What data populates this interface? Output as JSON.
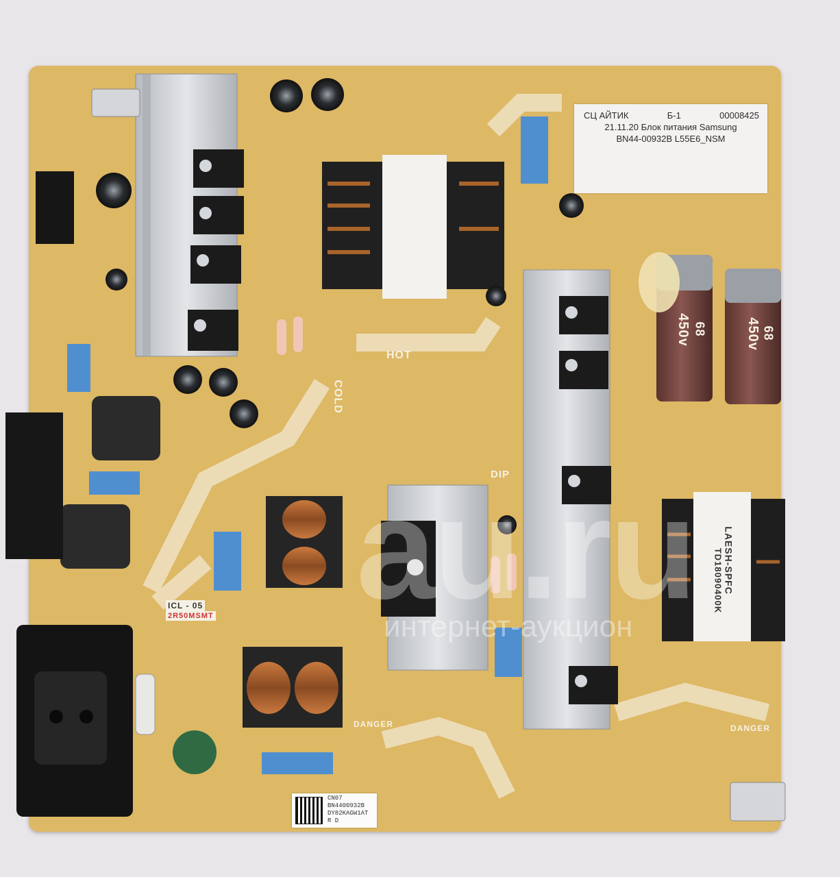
{
  "inventory_label": {
    "service_center": "СЦ АЙТИК",
    "code": "Б-1",
    "number": "00008425",
    "description": "21.11.20 Блок питания Samsung",
    "model": "BN44-00932B L55E6_NSM"
  },
  "board_sticker": {
    "line1": "CN07",
    "line2": "BN4400932B",
    "line3": "DY82KAGW1AT",
    "line4": "R D"
  },
  "silkscreen": {
    "hot": "HOT",
    "cold": "COLD",
    "dip": "DIP",
    "danger_1": "DANGER",
    "danger_2": "DANGER",
    "transformer_marking": "LAESH-SPFC",
    "transformer_code": "TD18090400K",
    "capacitor_voltage": "450v",
    "capacitor_value": "68",
    "icl": "ICL - 05",
    "icl_value": "2R50MSMT"
  },
  "watermark": {
    "brand": "au.ru",
    "tagline": "интернет-аукцион"
  },
  "colors": {
    "board": "#ddb865",
    "heatsink": "#c9ccd0",
    "component_dark": "#1d1d1d",
    "capacitor_brown": "#6b3f3a",
    "film_cap_blue": "#4f8fd0"
  }
}
